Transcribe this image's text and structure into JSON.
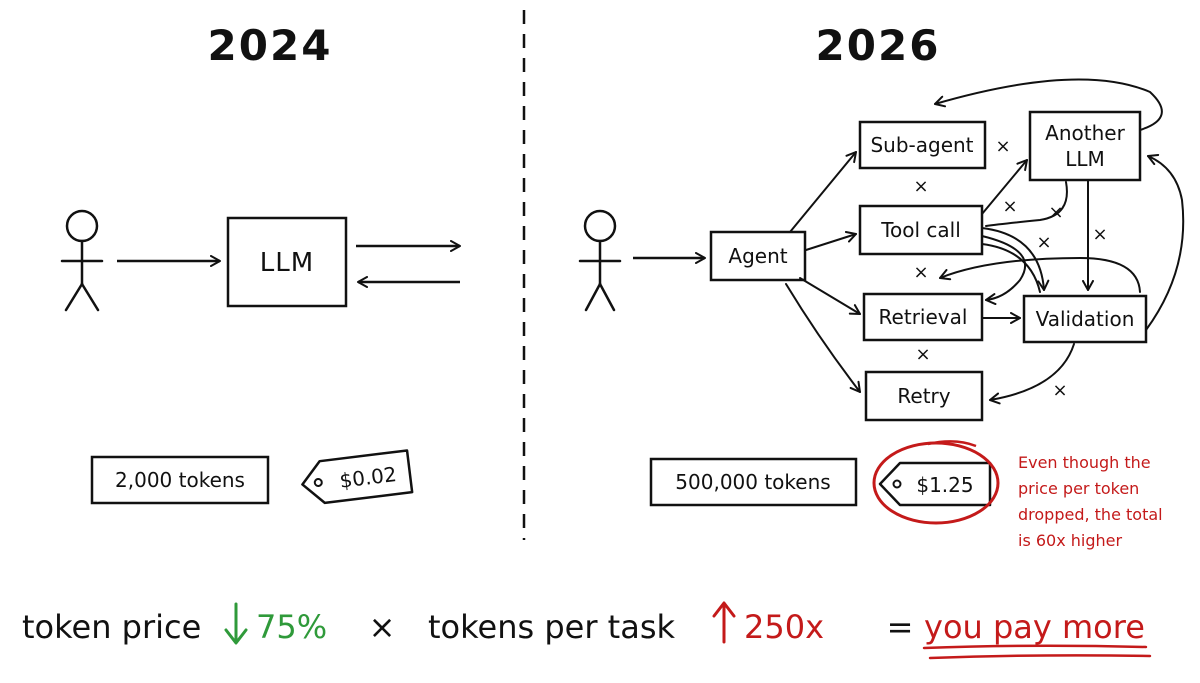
{
  "left": {
    "year": "2024",
    "llm_label": "LLM",
    "tokens": "2,000 tokens",
    "price": "$0.02"
  },
  "right": {
    "year": "2026",
    "nodes": {
      "agent": "Agent",
      "subagent": "Sub-agent",
      "another_llm_line1": "Another",
      "another_llm_line2": "LLM",
      "toolcall": "Tool call",
      "retrieval": "Retrieval",
      "validation": "Validation",
      "retry": "Retry"
    },
    "multiplier_symbol": "×",
    "tokens": "500,000 tokens",
    "price": "$1.25",
    "note_lines": [
      "Even though the",
      "price per token",
      "dropped, the total",
      "is 60x higher"
    ]
  },
  "formula": {
    "token_price": "token price",
    "price_change": "75%",
    "times": "×",
    "tokens_per_task": "tokens per task",
    "tokens_change": "250x",
    "equals": "=",
    "result": "you pay more"
  },
  "colors": {
    "ink": "#111111",
    "green": "#2f9a3a",
    "red": "#c41a1a"
  }
}
